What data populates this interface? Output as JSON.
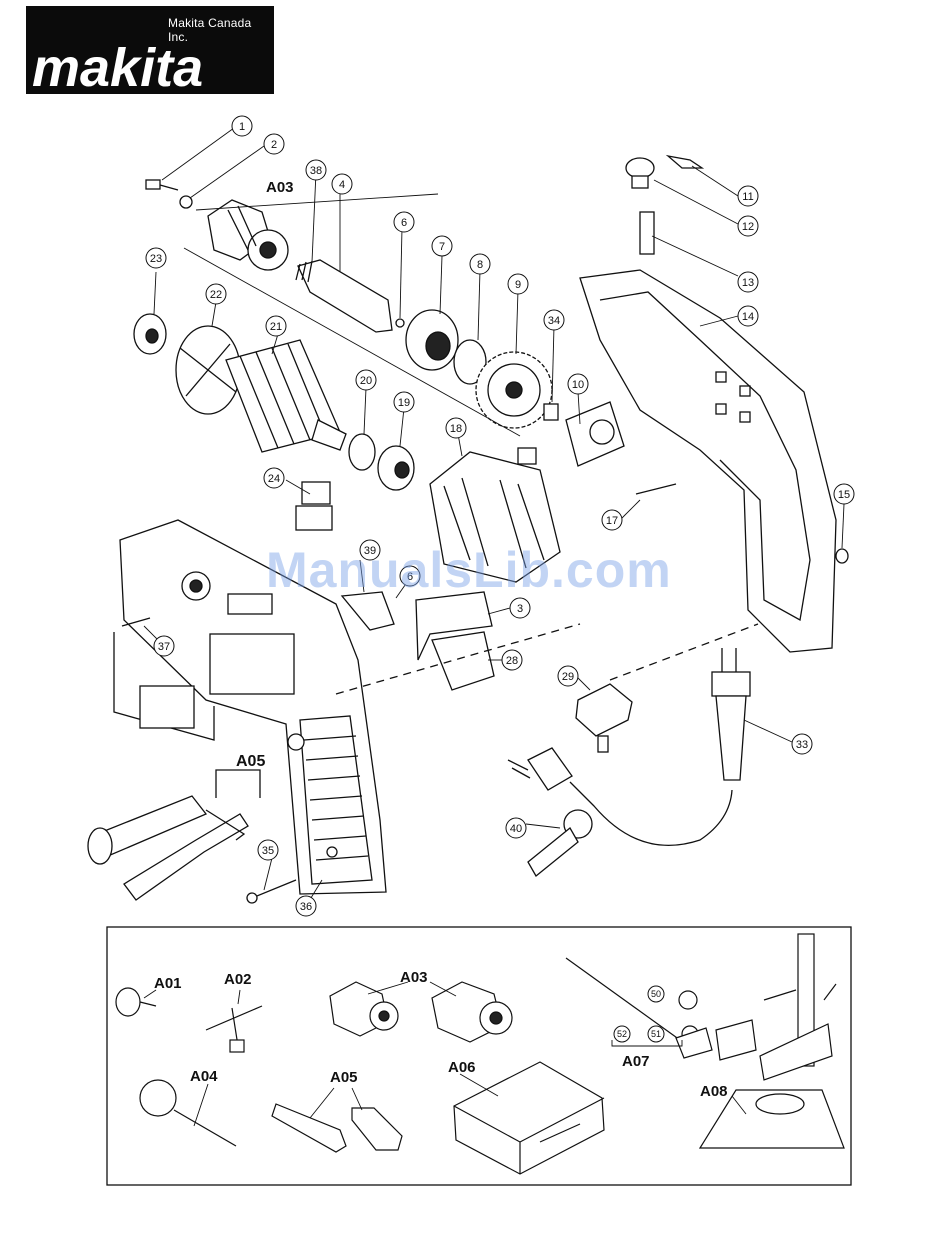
{
  "header": {
    "company": "Makita Canada Inc.",
    "logo_text": "makita"
  },
  "watermark": "ManualsLib.com",
  "parts": [
    {
      "num": "1"
    },
    {
      "num": "2"
    },
    {
      "num": "38"
    },
    {
      "num": "4"
    },
    {
      "num": "6"
    },
    {
      "num": "7"
    },
    {
      "num": "8"
    },
    {
      "num": "9"
    },
    {
      "num": "34"
    },
    {
      "num": "23"
    },
    {
      "num": "22"
    },
    {
      "num": "21"
    },
    {
      "num": "20"
    },
    {
      "num": "19"
    },
    {
      "num": "18"
    },
    {
      "num": "10"
    },
    {
      "num": "11"
    },
    {
      "num": "12"
    },
    {
      "num": "13"
    },
    {
      "num": "14"
    },
    {
      "num": "24"
    },
    {
      "num": "17"
    },
    {
      "num": "15"
    },
    {
      "num": "39"
    },
    {
      "num": "6"
    },
    {
      "num": "3"
    },
    {
      "num": "37"
    },
    {
      "num": "28"
    },
    {
      "num": "29"
    },
    {
      "num": "33"
    },
    {
      "num": "40"
    },
    {
      "num": "35"
    },
    {
      "num": "36"
    }
  ],
  "assembly_labels": {
    "a03_top": "A03",
    "a05_top": "A05"
  },
  "accessories": {
    "a01": "A01",
    "a02": "A02",
    "a03": "A03",
    "a04": "A04",
    "a05": "A05",
    "a06": "A06",
    "a07": "A07",
    "a08": "A08",
    "small_parts": [
      "50",
      "52",
      "51"
    ]
  }
}
